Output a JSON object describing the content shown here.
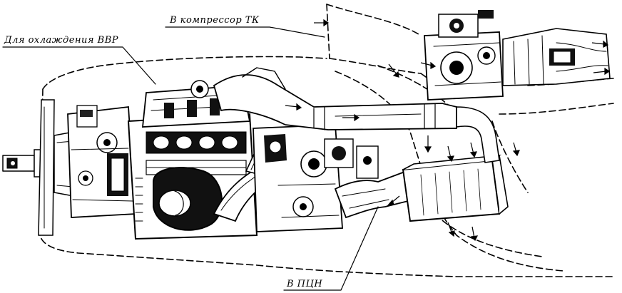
{
  "labels": {
    "compressor": "В компрессор ТК",
    "cooling": "Для охлаждения ВВР",
    "pcn": "В ПЦН"
  }
}
